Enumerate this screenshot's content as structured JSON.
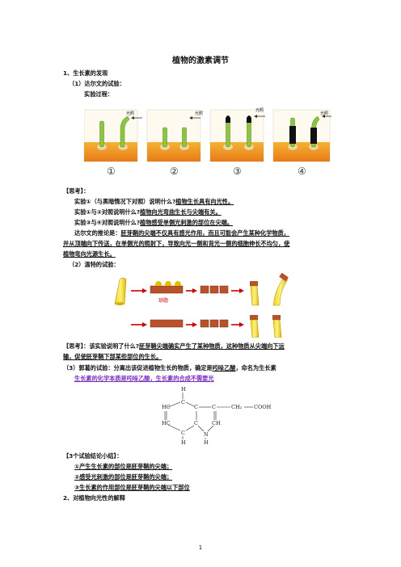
{
  "title": "植物的激素调节",
  "sec1": "1、生长素的发现",
  "sub1": "（1）达尔文的试验：",
  "process": "实验过程：",
  "fig1": {
    "light_labels": [
      "光照",
      "光照",
      "光照",
      "光照"
    ],
    "numbers": [
      "①",
      "②",
      "③",
      "④"
    ]
  },
  "think1": {
    "label": "【思考】：",
    "q1": "实验①（与黑暗情况下对照）说明什么?",
    "a1": "植物生长具有向光性。",
    "q2": "实验①与②对照说明什么?",
    "a2": "植物向光弯曲生长与尖端有关。",
    "q3": "实验③与④对照说明什么?",
    "a3": "植物感受单侧光刺激的部位在尖端。",
    "c_lead": "达尔文的推论是：",
    "c_line1": "胚芽鞘的尖端不仅具有感光作用，而且可能会产生某种化学物质，",
    "c_line2": "并从顶端向下传送，在单侧光的照射下，导致向光一侧和背光一侧的细胞伸长不均匀，使",
    "c_line3": "植物弯向光源生长。"
  },
  "sub2": "（2）温特的试验：",
  "fig2": {
    "agar_label": "琼脂"
  },
  "think2": {
    "label": "【思考】：该实验说明了什么?",
    "a_line1": "胚芽鞘尖端确实产生了某种物质，这种物质从尖端向下运",
    "a_line2": "输，促使胚芽鞘下部某些部位的生长。"
  },
  "sub3": {
    "lead": "（3）郭葛的试验：分离出该促进植物生长的物质，确定是",
    "name": "吲哚乙酸",
    "tail": "，命名为生长素",
    "purple1": "生长素的化学本质是吲哚乙酸，生长素的合成不需要光"
  },
  "structure": {
    "atoms": [
      "H",
      "C",
      "HC",
      "C",
      "C",
      "CH₂",
      "COOH",
      "HC",
      "C",
      "CH",
      "C",
      "N",
      "H",
      "H"
    ]
  },
  "summary": {
    "label": "【3个试验结论小结】：",
    "items": [
      "①产生生长素的部位是胚芽鞘的尖端；",
      "②感受光刺激的部位是胚芽鞘的尖端；",
      "③生长素的作用部位是胚芽鞘的尖端以下部位"
    ]
  },
  "sec2": "2、对植物向光性的解释",
  "page_number": "1"
}
